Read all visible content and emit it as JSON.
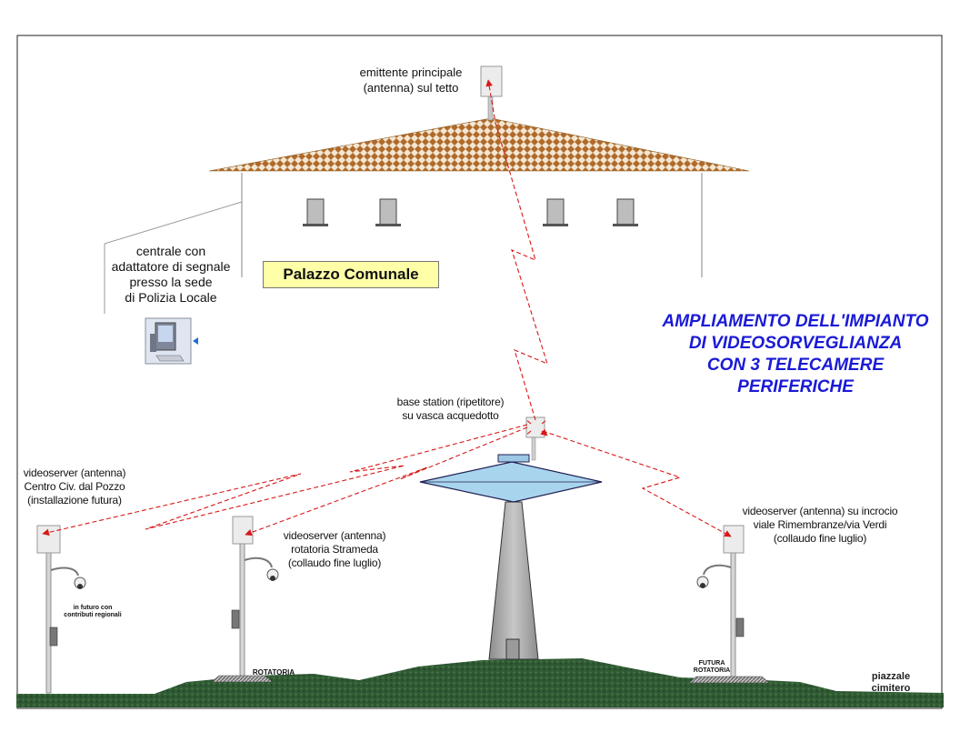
{
  "headline": "AMPLIAMENTO DELL'IMPIANTO\nDI VIDEOSORVEGLIANZA\nCON 3 TELECAMERE\nPERIFERICHE",
  "building_name": "Palazzo Comunale",
  "labels": {
    "main_antenna": "emittente principale\n(antenna) sul tetto",
    "control_center": "centrale  con\nadattatore di segnale\npresso la sede\ndi Polizia Locale",
    "base_station": "base station (ripetitore)\nsu vasca acquedotto",
    "videoserver_left": "videoserver (antenna)\nCentro Civ. dal Pozzo\n(installazione futura)",
    "videoserver_mid": "videoserver (antenna)\nrotatoria Strameda\n(collaudo fine luglio)",
    "videoserver_right": "videoserver (antenna) su incrocio\nviale Rimembranze/via Verdi\n(collaudo fine luglio)",
    "future_note": "in futuro con\ncontributi regionali",
    "rotatoria": "ROTATORIA",
    "futura_rotatoria": "FUTURA\nROTATORIA",
    "cemetery": "piazzale\ncimitero"
  },
  "colors": {
    "headline": "#1a1ad6",
    "title_box": "#ffffa8",
    "link_line": "#d81818",
    "ground": "#2f5a33",
    "roof": "#b06a2a",
    "tank": "#a8d4ee"
  }
}
